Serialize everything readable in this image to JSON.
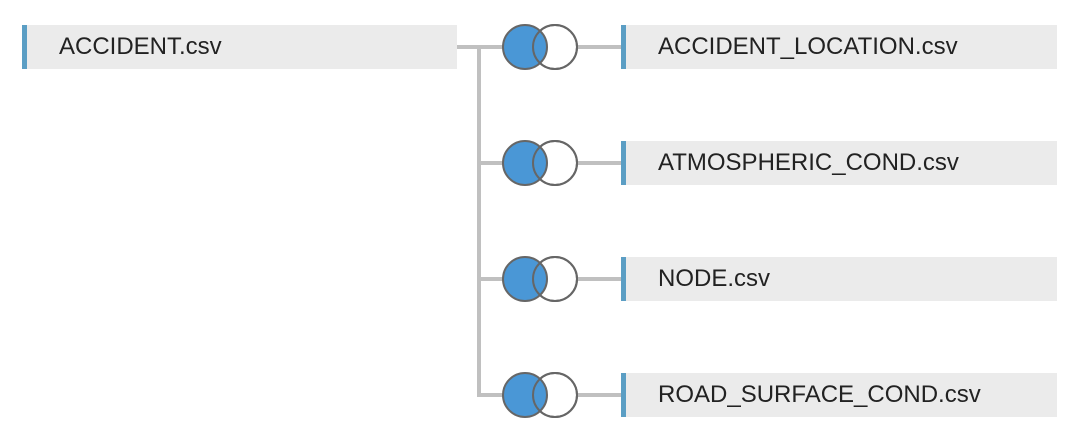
{
  "primary_table": {
    "label": "ACCIDENT.csv",
    "icon": "table-icon"
  },
  "joins": [
    {
      "type": "left-join",
      "icon": "left-join-venn-icon",
      "table": "ACCIDENT_LOCATION.csv"
    },
    {
      "type": "left-join",
      "icon": "left-join-venn-icon",
      "table": "ATMOSPHERIC_COND.csv"
    },
    {
      "type": "left-join",
      "icon": "left-join-venn-icon",
      "table": "NODE.csv"
    },
    {
      "type": "left-join",
      "icon": "left-join-venn-icon",
      "table": "ROAD_SURFACE_COND.csv"
    }
  ],
  "colors": {
    "table_accent": "#5b9ec4",
    "table_background": "#ebebeb",
    "connector_line": "#c0c0c0",
    "join_fill": "#4a97d6",
    "join_outline": "#666666"
  }
}
